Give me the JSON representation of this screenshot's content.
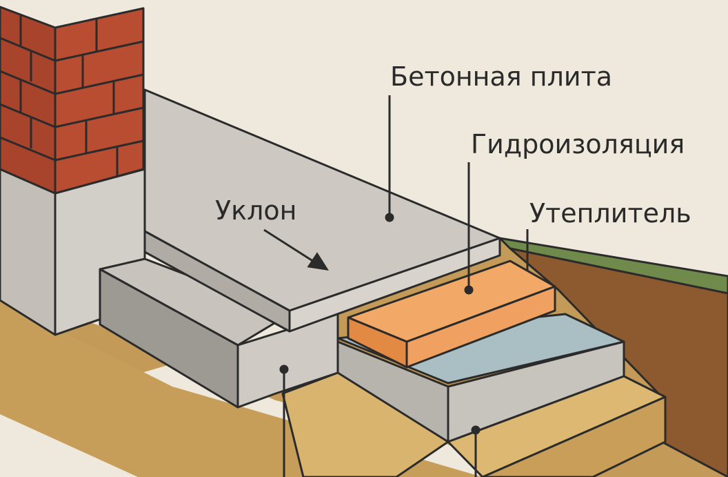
{
  "labels": {
    "slab": "Бетонная плита",
    "waterproofing": "Гидроизоляция",
    "insulation": "Утеплитель",
    "slope": "Уклон"
  },
  "colors": {
    "background": "#efe9dd",
    "brick": "#b04a30",
    "concrete": "#cfcac3",
    "insulation": "#f0a060",
    "sand": "#c9a462",
    "grass": "#6f8a4a",
    "gravel": "#bdbab4"
  }
}
